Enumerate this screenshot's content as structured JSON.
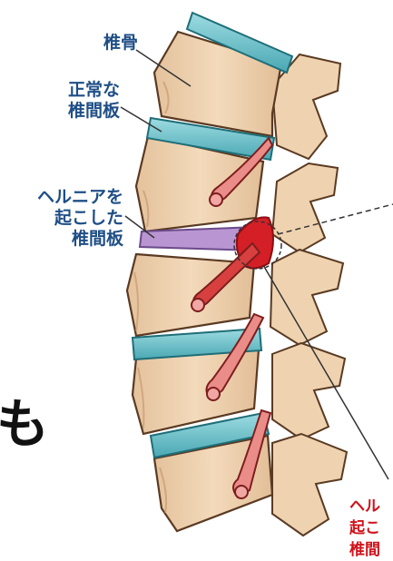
{
  "labels": {
    "vertebra": "椎骨",
    "normal_disc": "正常な\n椎間板",
    "herniated_disc": "ヘルニアを\n起こした\n椎間板"
  },
  "partial_text": {
    "left_char": "も",
    "right_label": "ヘル\n起こ\n椎間"
  },
  "colors": {
    "bone": "#f0d2ad",
    "bone_shade": "#d6b08b",
    "outline": "#5a3a22",
    "disc": "#74c6cf",
    "disc_dark": "#2c8f9a",
    "herniated_disc": "#b88fcf",
    "hernia": "#d41f26",
    "nerve": "#ea8c88",
    "label": "#1f4e86",
    "accent_red": "#d0121b"
  }
}
